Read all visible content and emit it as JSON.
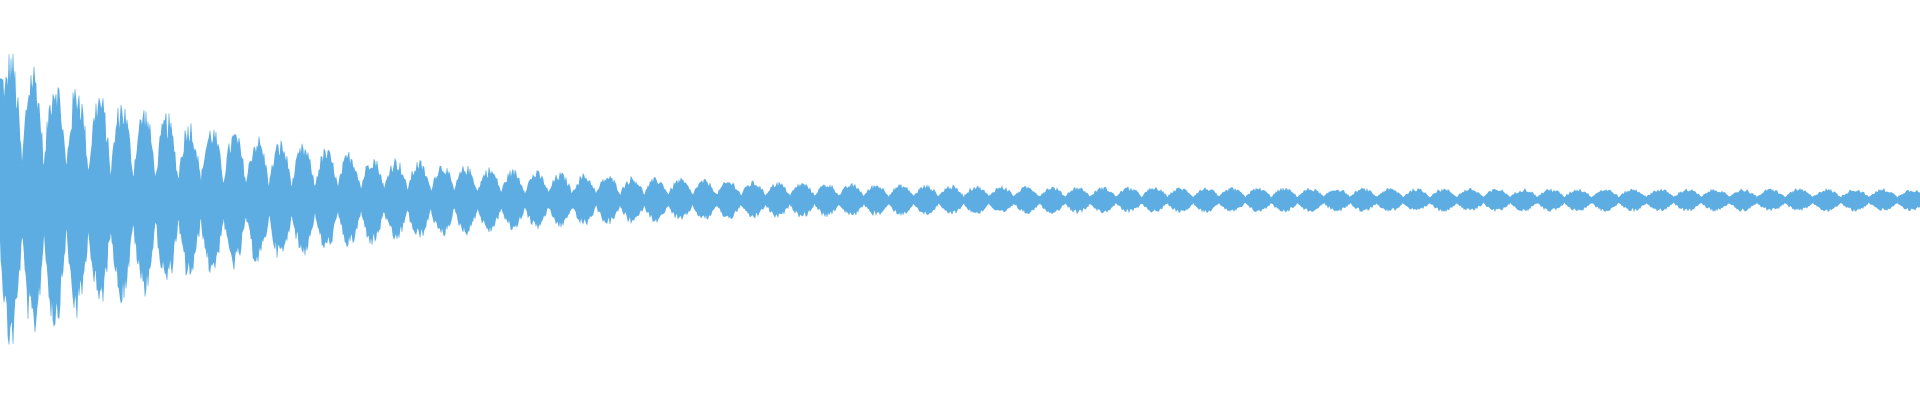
{
  "waveform": {
    "color": "#5DADE2",
    "background": "#FFFFFF",
    "peak_amplitude_start": 1.0,
    "floor_amplitude": 0.07,
    "envelope_decay": "exponential"
  }
}
